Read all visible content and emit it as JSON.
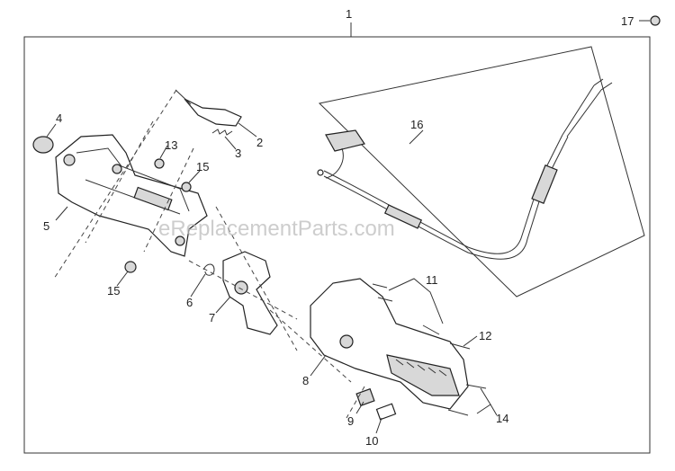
{
  "watermark": "eReplacementParts.com",
  "callouts": [
    "1",
    "2",
    "3",
    "4",
    "5",
    "6",
    "7",
    "8",
    "9",
    "10",
    "11",
    "12",
    "13",
    "14",
    "15",
    "15",
    "16",
    "17"
  ]
}
